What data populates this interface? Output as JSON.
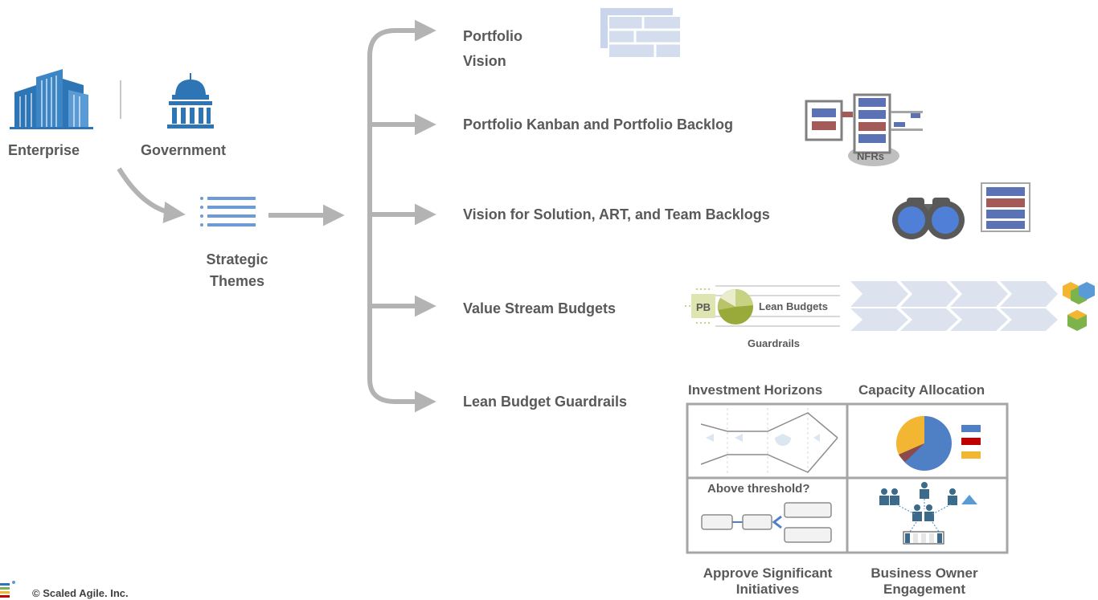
{
  "left": {
    "enterprise_label": "Enterprise",
    "government_label": "Government",
    "strategic_themes_line1": "Strategic",
    "strategic_themes_line2": "Themes"
  },
  "branches": [
    {
      "line1": "Portfolio",
      "line2": "Vision"
    },
    {
      "line1": "Portfolio Kanban and Portfolio Backlog"
    },
    {
      "line1": "Vision for Solution, ART, and Team Backlogs"
    },
    {
      "line1": "Value Stream Budgets"
    },
    {
      "line1": "Lean Budget Guardrails"
    }
  ],
  "kanban": {
    "nfrs_label": "NFRs"
  },
  "budgets": {
    "pb_label": "PB",
    "lean_budgets_label": "Lean Budgets",
    "guardrails_label": "Guardrails"
  },
  "guardrails_grid": {
    "investment_horizons": "Investment Horizons",
    "capacity_allocation": "Capacity Allocation",
    "above_threshold": "Above threshold?",
    "approve_line1": "Approve Significant",
    "approve_line2": "Initiatives",
    "business_line1": "Business Owner",
    "business_line2": "Engagement"
  },
  "footer": {
    "copyright": "© Scaled Agile. Inc."
  },
  "colors": {
    "arrow_gray": "#b3b3b3",
    "building_blue": "#2e75b6",
    "light_blue": "#6e9ad6",
    "backlog_blue": "#5b73b5",
    "backlog_red": "#a55a5a",
    "budget_green": "#9aaa3a",
    "budget_light_green": "#c7d382",
    "grid_border": "#a6a6a6"
  }
}
